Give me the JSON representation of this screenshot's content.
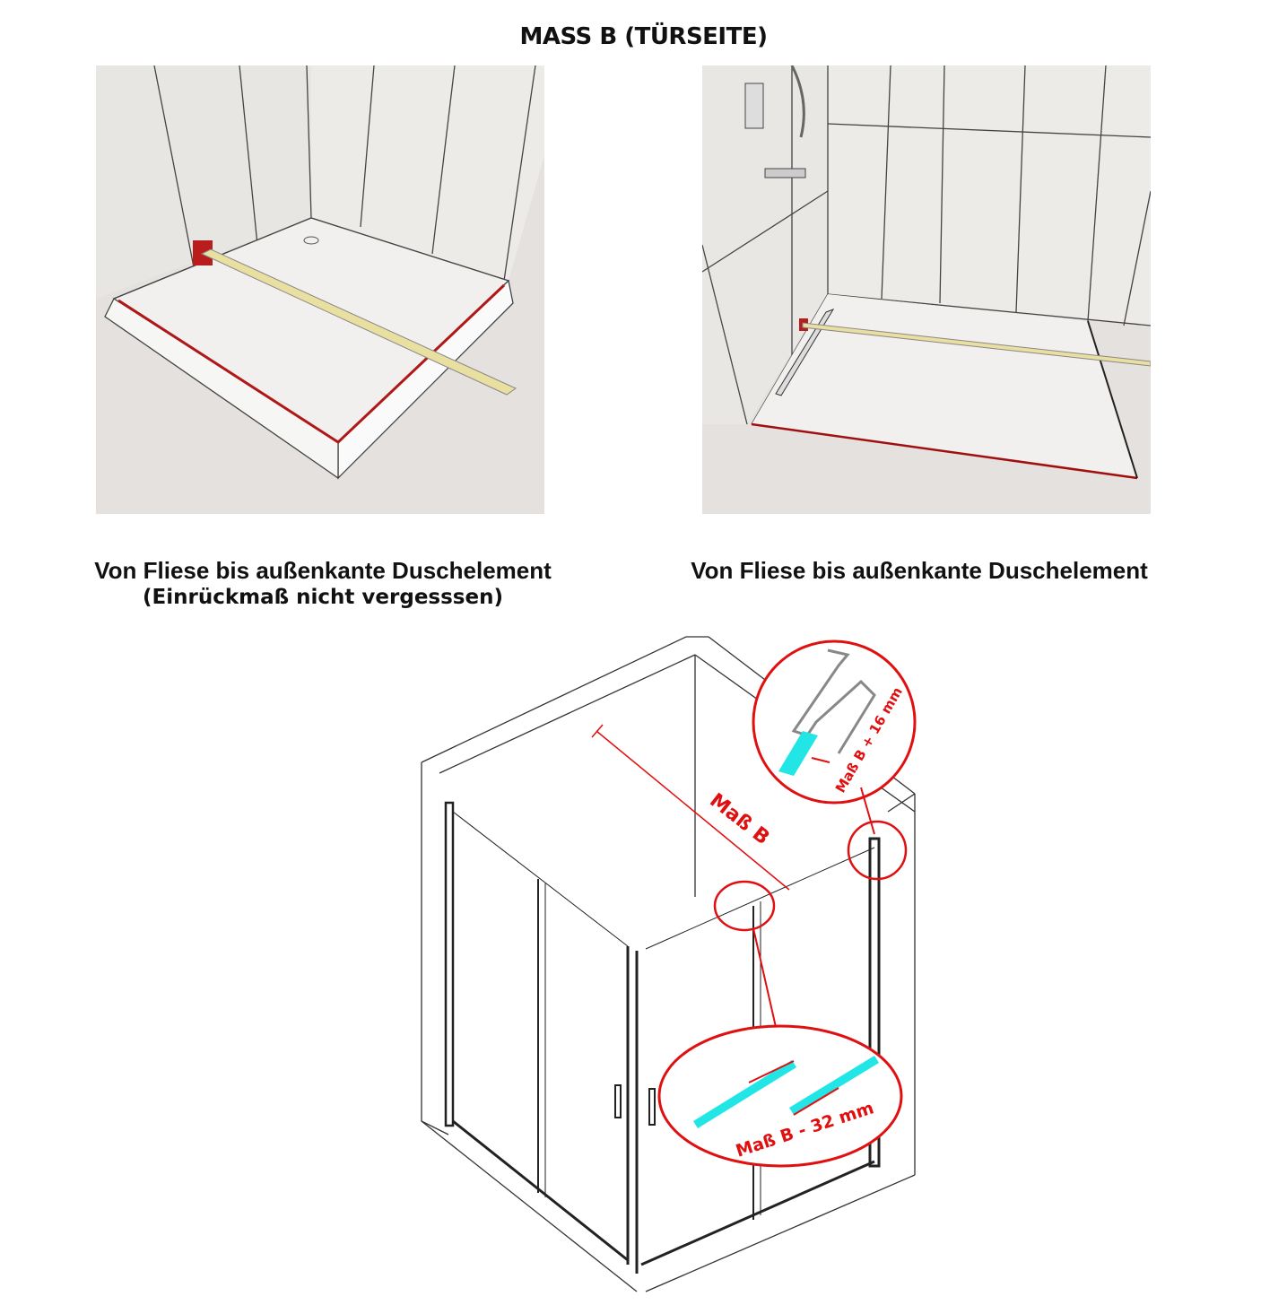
{
  "title": "MASS B (TÜRSEITE)",
  "captions": {
    "left_line1": "Von Fliese bis außenkante Duschelement",
    "left_line2": "(Einrückmaß nicht vergesssen)",
    "right_line1": "Von Fliese bis außenkante Duschelement"
  },
  "diagram": {
    "measure_label": "Maß B",
    "detail_top_label": "Maß B + 16 mm",
    "detail_bottom_label": "Maß B - 32 mm"
  },
  "colors": {
    "accent_red": "#e01010",
    "glass_cyan": "#22e5e5",
    "ruler_gold": "#e8dfa0"
  }
}
